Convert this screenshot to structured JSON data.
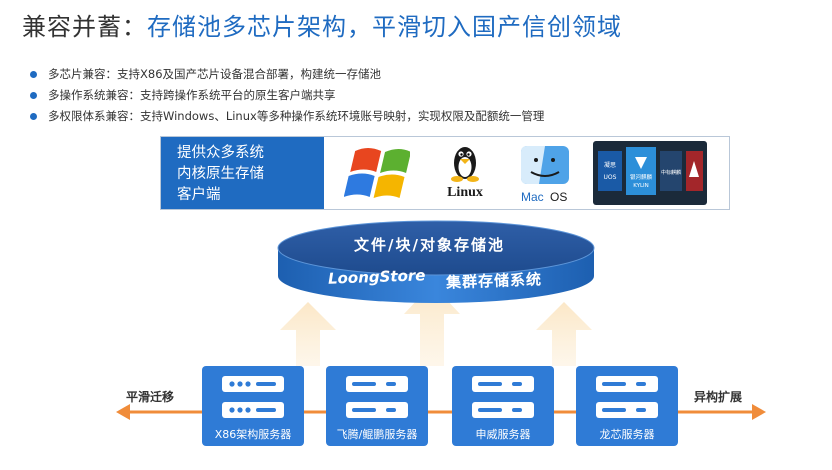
{
  "title": {
    "lead": "兼容并蓄：",
    "rest": "存储池多芯片架构，平滑切入国产信创领域"
  },
  "bullets": [
    "多芯片兼容：支持X86及国产芯片设备混合部署，构建统一存储池",
    "多操作系统兼容：支持跨操作系统平台的原生客户端共享",
    "多权限体系兼容：支持Windows、Linux等多种操作系统环境账号映射，实现权限及配额统一管理"
  ],
  "client_panel": {
    "lines": [
      "提供众多系统",
      "内核原生存储",
      "客户端"
    ],
    "logos": {
      "linux": "Linux",
      "mac_line1": "Mac",
      "mac_line2": "OS",
      "domestic": [
        "凝思",
        "UOS",
        "银河麒麟",
        "KYLIN",
        "中标麒麟"
      ]
    }
  },
  "storage_pool": {
    "top_label": "文件/块/对象存储池",
    "brand": "LoongStore",
    "system_label": "集群存储系统"
  },
  "servers": [
    {
      "label": "X86架构服务器",
      "style": "dots"
    },
    {
      "label": "飞腾/鲲鹏服务器",
      "style": "bars"
    },
    {
      "label": "申威服务器",
      "style": "bars"
    },
    {
      "label": "龙芯服务器",
      "style": "bars"
    }
  ],
  "side_labels": {
    "left": "平滑迁移",
    "right": "异构扩展"
  },
  "colors": {
    "blue": "#1f6bc1",
    "server_blue": "#2f7bd6",
    "arrow": "#f08c3a"
  }
}
